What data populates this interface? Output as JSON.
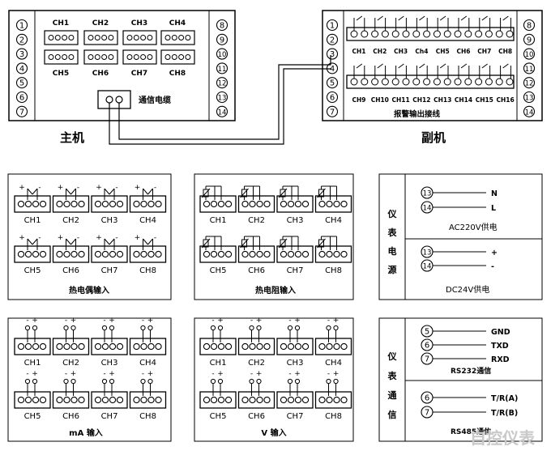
{
  "main_unit": {
    "title": "主机",
    "left_terminals": [
      "1",
      "2",
      "3",
      "4",
      "5",
      "6",
      "7"
    ],
    "right_terminals": [
      "8",
      "9",
      "10",
      "11",
      "12",
      "13",
      "14"
    ],
    "channels_top": [
      "CH1",
      "CH2",
      "CH3",
      "CH4"
    ],
    "channels_bottom": [
      "CH5",
      "CH6",
      "CH7",
      "CH8"
    ],
    "comm_cable_label": "通信电缆"
  },
  "sub_unit": {
    "title": "副机",
    "left_terminals": [
      "1",
      "2",
      "3",
      "4",
      "5",
      "6",
      "7"
    ],
    "right_terminals": [
      "8",
      "9",
      "10",
      "11",
      "12",
      "13",
      "14"
    ],
    "channels_top": [
      "CH1",
      "CH2",
      "CH3",
      "Ch4",
      "CH5",
      "CH6",
      "CH7",
      "CH8"
    ],
    "channels_bottom": [
      "CH9",
      "CH10",
      "CH11",
      "CH12",
      "CH13",
      "CH14",
      "CH15",
      "CH16"
    ],
    "relay_label": "报警输出接线"
  },
  "thermocouple_panel": {
    "title": "热电偶输入",
    "channels": [
      "CH1",
      "CH2",
      "CH3",
      "CH4",
      "CH5",
      "CH6",
      "CH7",
      "CH8"
    ],
    "polarity": [
      "+",
      "-"
    ]
  },
  "rtd_panel": {
    "title": "热电阻输入",
    "channels": [
      "CH1",
      "CH2",
      "CH3",
      "CH4",
      "CH5",
      "CH6",
      "CH7",
      "CH8"
    ]
  },
  "ma_panel": {
    "title": "mA 输入",
    "channels": [
      "CH1",
      "CH2",
      "CH3",
      "CH4",
      "CH5",
      "CH6",
      "CH7",
      "CH8"
    ],
    "polarity": [
      "-",
      "+"
    ]
  },
  "v_panel": {
    "title": "V 输入",
    "channels": [
      "CH1",
      "CH2",
      "CH3",
      "CH4",
      "CH5",
      "CH6",
      "CH7",
      "CH8"
    ],
    "polarity": [
      "-",
      "+"
    ]
  },
  "power_panel": {
    "side_label": [
      "仪",
      "表",
      "电",
      "源"
    ],
    "ac": {
      "terminals": [
        "13",
        "14"
      ],
      "signals": [
        "N",
        "L"
      ],
      "label": "AC220V供电"
    },
    "dc": {
      "terminals": [
        "13",
        "14"
      ],
      "signals": [
        "+",
        "-"
      ],
      "label": "DC24V供电"
    }
  },
  "comm_panel": {
    "side_label": [
      "仪",
      "表",
      "通",
      "信"
    ],
    "rs232": {
      "terminals": [
        "5",
        "6",
        "7"
      ],
      "signals": [
        "GND",
        "TXD",
        "RXD"
      ],
      "label": "RS232通信"
    },
    "rs485": {
      "terminals": [
        "6",
        "7"
      ],
      "signals": [
        "T/R(A)",
        "T/R(B)"
      ],
      "label": "RS485通信"
    }
  },
  "watermark": "自控仪表"
}
